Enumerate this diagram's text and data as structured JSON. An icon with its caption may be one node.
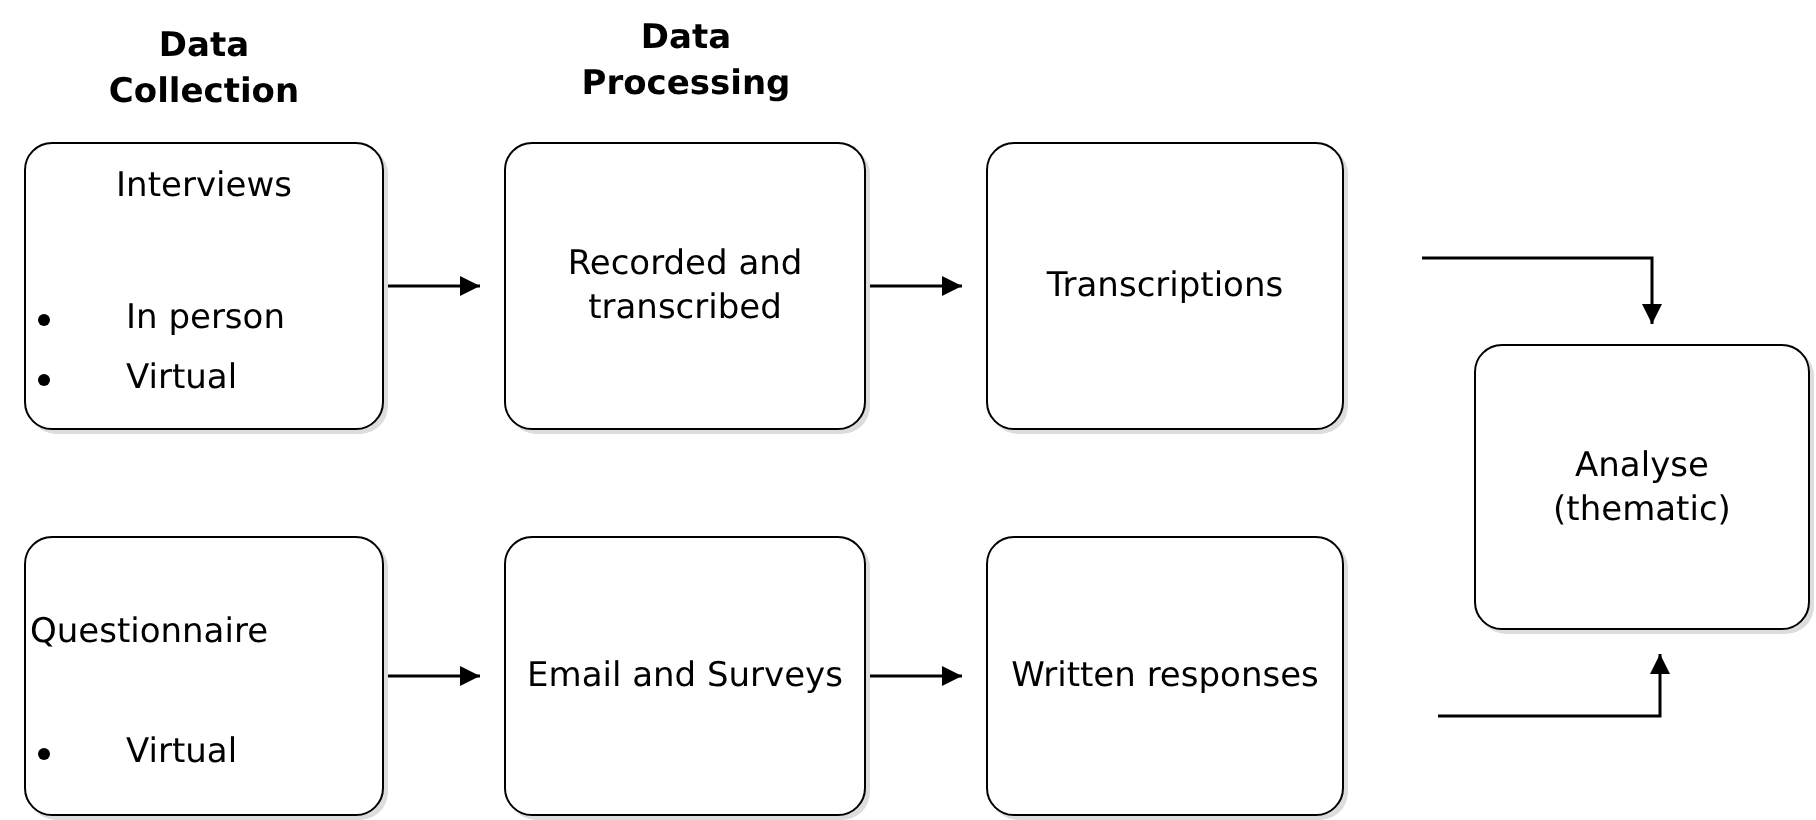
{
  "diagram": {
    "nodes": [
      {
        "text": [
          "Interviews",
          "In person",
          "Virtual"
        ]
      },
      {
        "text": [
          "Recorded and transcribed"
        ]
      },
      {
        "text": [
          "Transcriptions"
        ]
      },
      {
        "text": [
          "Questionnaire",
          "Virtual"
        ]
      },
      {
        "text": [
          "Email and Surveys"
        ]
      },
      {
        "text": [
          "Written responses"
        ]
      },
      {
        "text": [
          "Analyse (thematic)"
        ]
      }
    ],
    "edges": [
      {
        "from": 0,
        "to": 1,
        "arrow": "to"
      },
      {
        "from": 1,
        "to": 2,
        "arrow": "to"
      },
      {
        "from": 3,
        "to": 4,
        "arrow": "to"
      },
      {
        "from": 4,
        "to": 5,
        "arrow": "to"
      },
      {
        "from": null,
        "to": 6,
        "arrow": "to"
      },
      {
        "from": null,
        "to": 6,
        "arrow": "to"
      }
    ],
    "labels": [
      "Data Collection",
      "Data Processing"
    ]
  }
}
